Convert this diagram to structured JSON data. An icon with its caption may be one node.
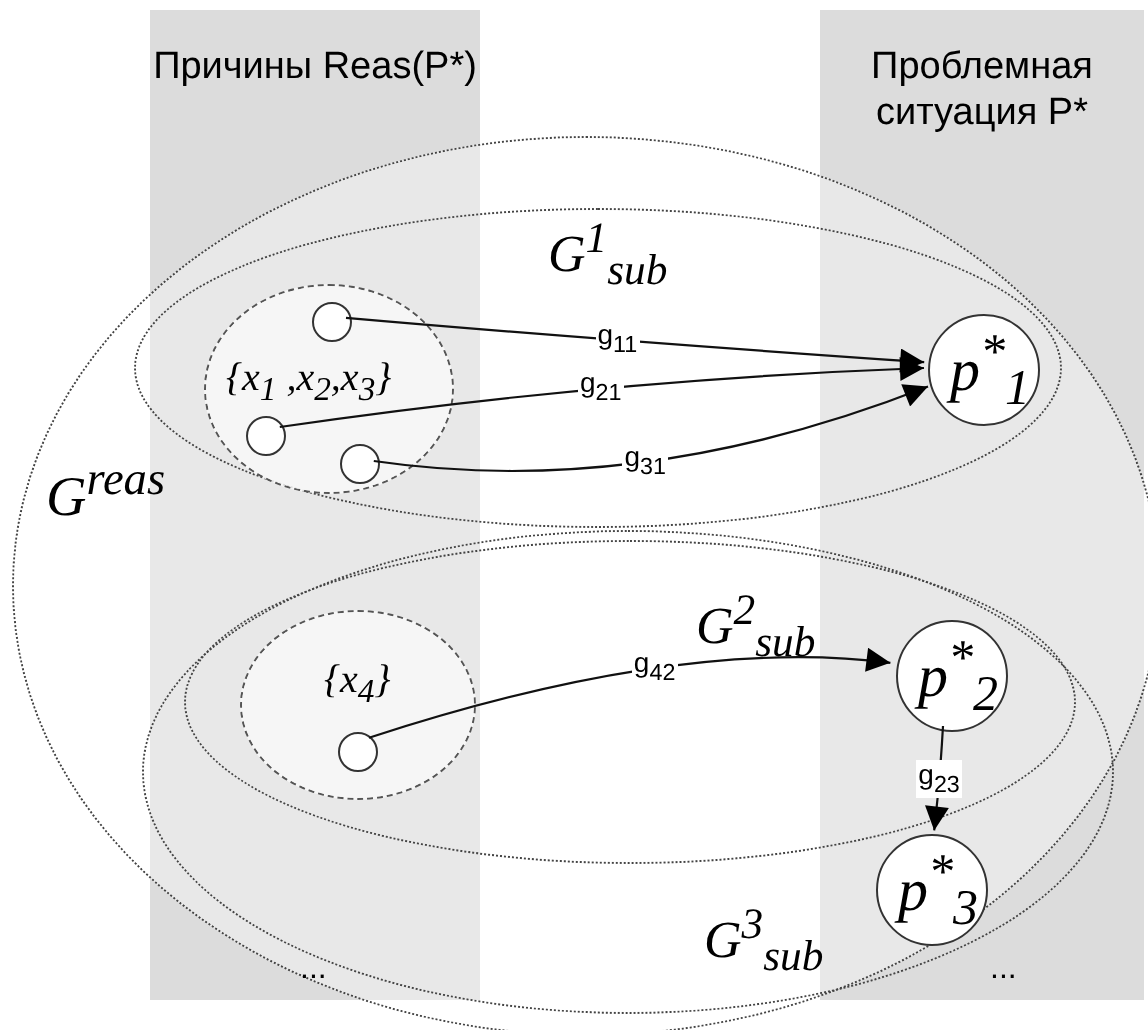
{
  "diagram": {
    "nodes": [
      {
        "text": [
          "G$^{reas}$"
        ]
      },
      {
        "text": [
          "G$^{1}$$_{sub}$"
        ],
        "in": 0
      },
      {
        "text": [
          "{x$_{1}$ ,x$_{2}$,x$_{3}$}"
        ],
        "in": 1
      },
      {
        "text": [],
        "shape": "circle",
        "in": 2
      },
      {
        "text": [],
        "shape": "circle",
        "in": 2
      },
      {
        "text": [],
        "shape": "circle",
        "in": 2
      },
      {
        "text": [
          "p$^{*}$$_{1}$"
        ],
        "in": 1
      },
      {
        "text": [
          "G$^{3}$$_{sub}$"
        ],
        "in": 0
      },
      {
        "text": [
          "G$^{2}$$_{sub}$"
        ],
        "in": 7
      },
      {
        "text": [
          "{x$_{4}$}"
        ],
        "in": 8
      },
      {
        "text": [],
        "shape": "circle",
        "in": 9
      },
      {
        "text": [
          "p$^{*}$$_{2}$"
        ],
        "in": 8
      },
      {
        "text": [
          "p$^{*}$$_{3}$"
        ],
        "in": 7
      }
    ],
    "edges": [
      {
        "from": 3,
        "to": 6,
        "arrow": "to",
        "label": "g$_{11}$"
      },
      {
        "from": 4,
        "to": 6,
        "arrow": "to",
        "label": "g$_{21}$"
      },
      {
        "from": 5,
        "to": 6,
        "arrow": "to",
        "label": "g$_{31}$"
      },
      {
        "from": 10,
        "to": 11,
        "arrow": "to",
        "label": "g$_{42}$"
      },
      {
        "from": 11,
        "to": 12,
        "arrow": "to",
        "label": "g$_{23}$"
      }
    ],
    "labels": [
      "Причины Reas(P*)",
      "Проблемная ситуация P*",
      "...",
      "..."
    ]
  }
}
